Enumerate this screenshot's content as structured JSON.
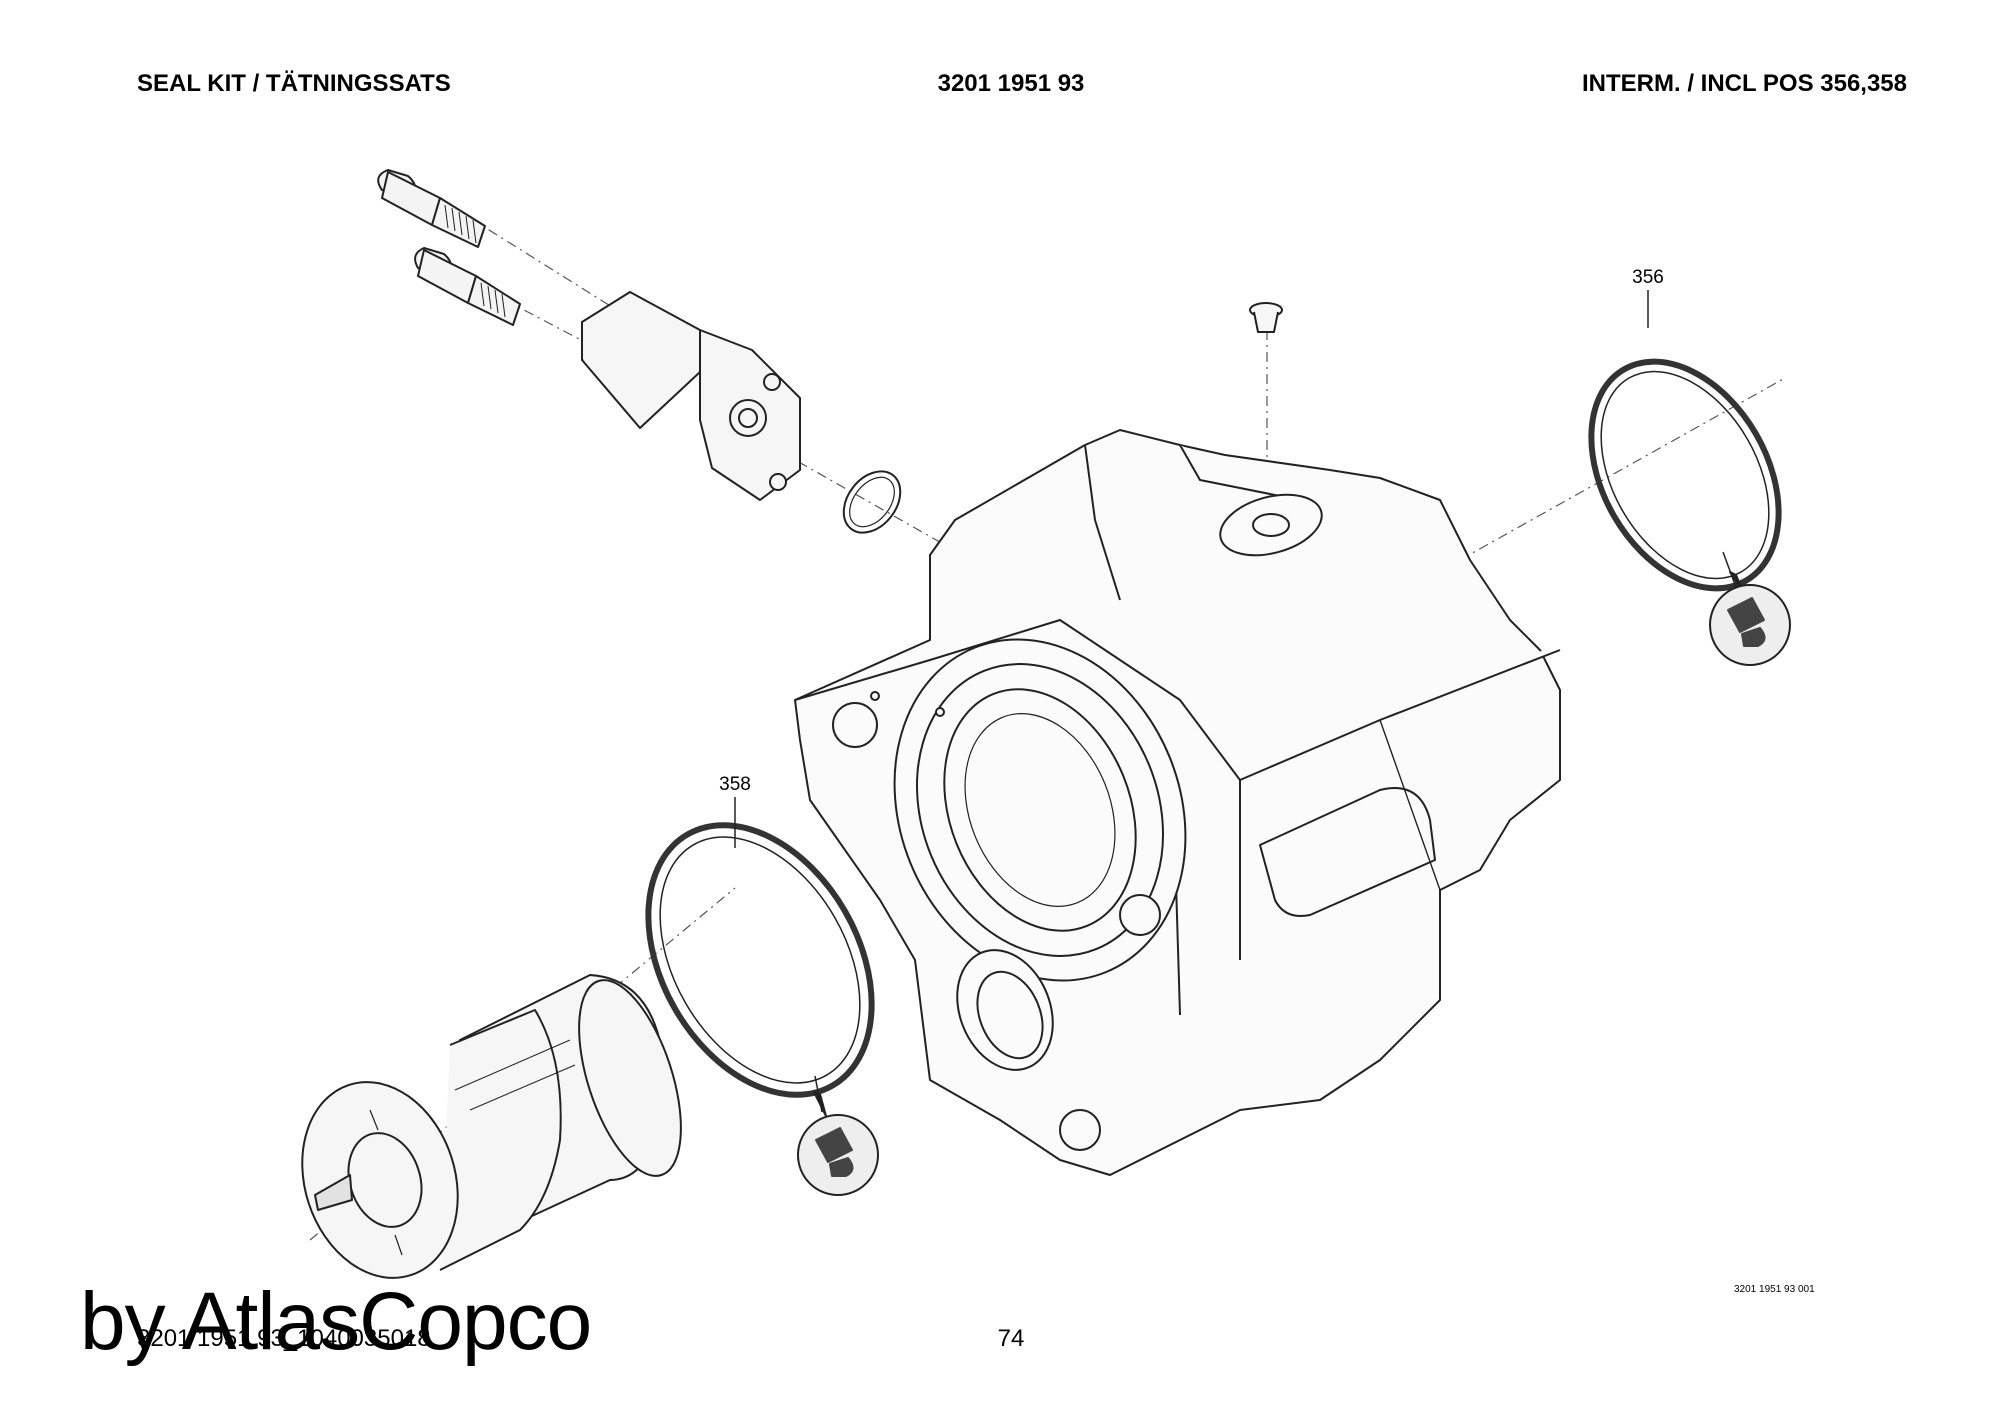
{
  "header": {
    "left": "SEAL KIT / TÄTNINGSSATS",
    "center": "3201 1951 93",
    "right": "INTERM. / INCL POS 356,358"
  },
  "callouts": {
    "pos_356": "356",
    "pos_358": "358"
  },
  "figure_ref": "3201 1951 93 001",
  "footer": {
    "code": "3201 1951 93_1040035018",
    "page": "74"
  },
  "watermark": "by AtlasCopco",
  "icons": [
    "seal-profile-icon",
    "seal-profile-icon"
  ]
}
